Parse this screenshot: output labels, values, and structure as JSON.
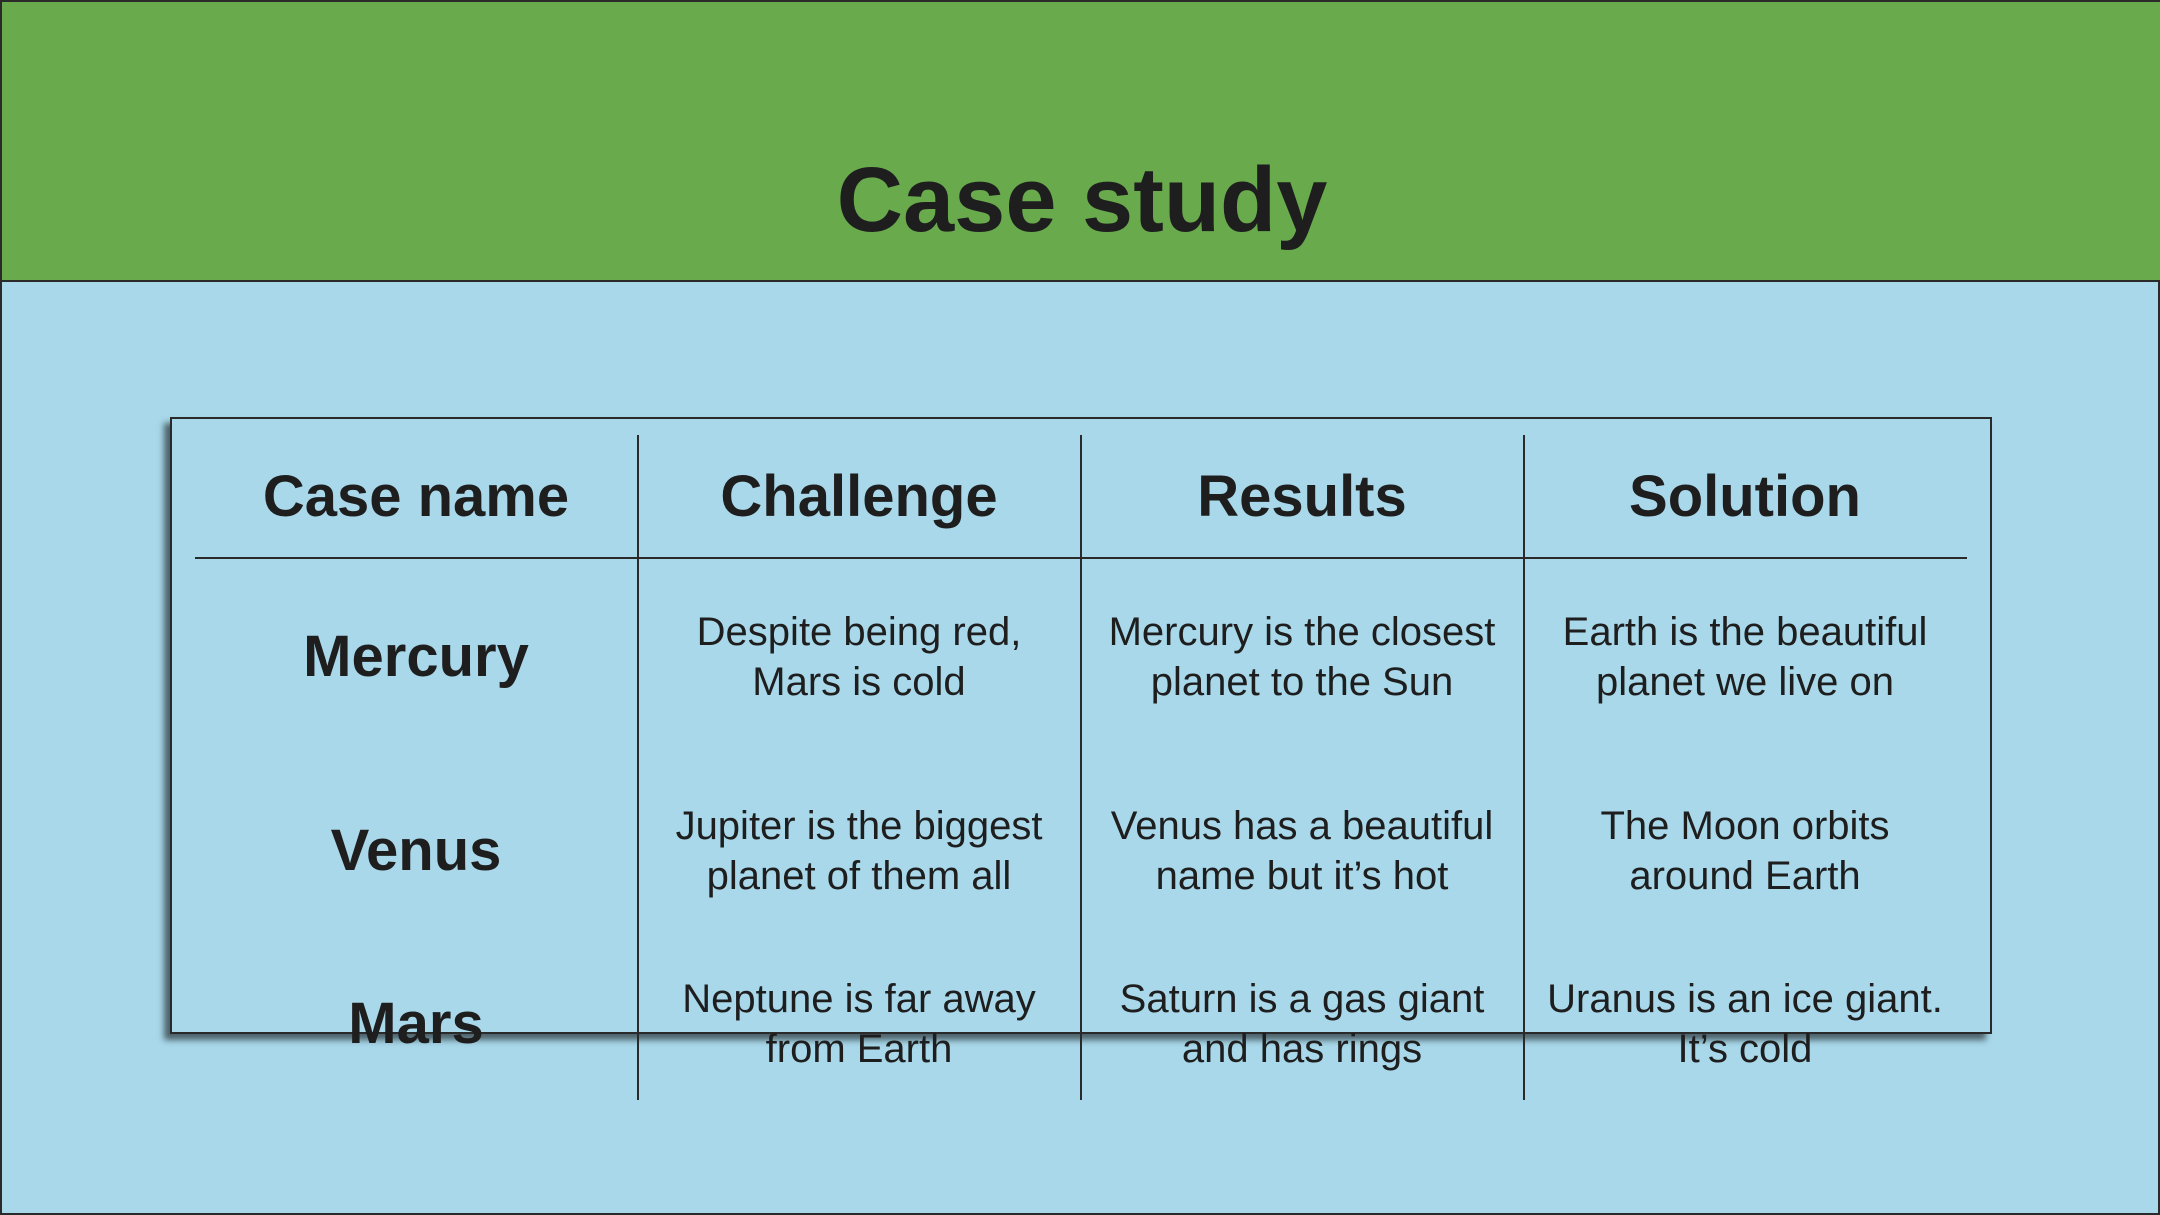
{
  "slide": {
    "title": "Case study",
    "table": {
      "headers": [
        "Case name",
        "Challenge",
        "Results",
        "Solution"
      ],
      "rows": [
        {
          "name": "Mercury",
          "challenge": "Despite being red, Mars is cold",
          "results": "Mercury is the closest planet to the Sun",
          "solution": "Earth is the beautiful planet we live on"
        },
        {
          "name": "Venus",
          "challenge": "Jupiter is the biggest planet of them all",
          "results": "Venus has a beautiful name but it’s hot",
          "solution": "The Moon orbits around Earth"
        },
        {
          "name": "Mars",
          "challenge": "Neptune is far away from Earth",
          "results": "Saturn is a gas giant and has rings",
          "solution": "Uranus is an ice giant. It’s cold"
        }
      ]
    }
  },
  "colors": {
    "header_bg": "#69aa4d",
    "slide_bg": "#a8d8ea",
    "text": "#1e1e1e"
  }
}
